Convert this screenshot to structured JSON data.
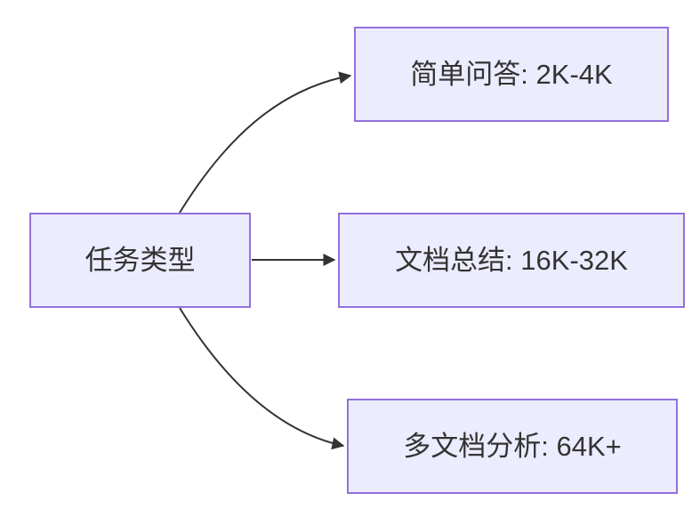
{
  "diagram": {
    "type": "flowchart",
    "direction": "left-to-right",
    "background": "#FFFFFF",
    "colors": {
      "node_fill": "#ECECFF",
      "node_border": "#9370DB",
      "edge_stroke": "#333333",
      "text": "#333333"
    },
    "nodes": [
      {
        "id": "root",
        "label": "任务类型"
      },
      {
        "id": "qa",
        "label": "简单问答: 2K-4K"
      },
      {
        "id": "summary",
        "label": "文档总结: 16K-32K"
      },
      {
        "id": "multidoc",
        "label": "多文档分析: 64K+"
      }
    ],
    "edges": [
      {
        "from": "任务类型",
        "to": "简单问答: 2K-4K"
      },
      {
        "from": "任务类型",
        "to": "文档总结: 16K-32K"
      },
      {
        "from": "任务类型",
        "to": "多文档分析: 64K+"
      }
    ]
  }
}
